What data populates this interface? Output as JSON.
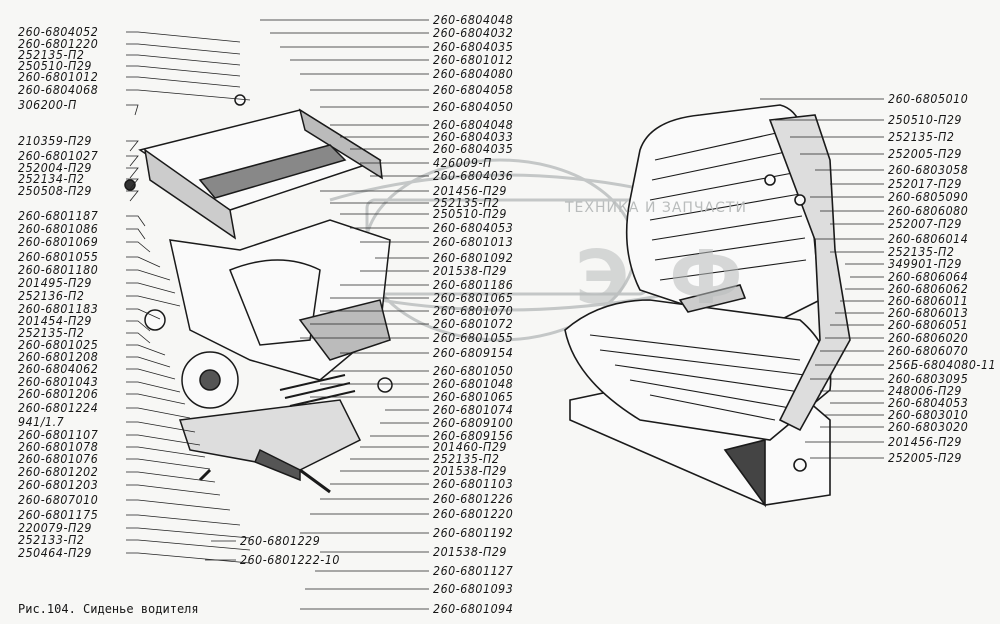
{
  "caption": "Рис.104. Сиденье водителя",
  "watermark": {
    "text": "ТЕХНИКА И ЗАПЧАСТИ",
    "logo": "ЭФ",
    "color": "#b9bcbc"
  },
  "left_labels": [
    "260-6804052",
    "260-6801220",
    "252135-П2",
    "250510-П29",
    "260-6801012",
    "260-6804068",
    "306200-П",
    "210359-П29",
    "260-6801027",
    "252004-П29",
    "252134-П2",
    "250508-П29",
    "260-6801187",
    "260-6801086",
    "260-6801069",
    "260-6801055",
    "260-6801180",
    "201495-П29",
    "252136-П2",
    "260-6801183",
    "201454-П29",
    "252135-П2",
    "260-6801025",
    "260-6801208",
    "260-6804062",
    "260-6801043",
    "260-6801206",
    "260-6801224",
    "941/1.7",
    "260-6801107",
    "260-6801078",
    "260-6801076",
    "260-6801202",
    "260-6801203",
    "260-6807010",
    "260-6801175",
    "220079-П29",
    "252133-П2",
    "250464-П29"
  ],
  "middle_labels": [
    "260-6804048",
    "260-6804032",
    "260-6804035",
    "260-6801012",
    "260-6804080",
    "260-6804058",
    "260-6804050",
    "260-6804048",
    "260-6804033",
    "260-6804035",
    "426009-П",
    "260-6804036",
    "201456-П29",
    "252135-П2",
    "250510-П29",
    "260-6804053",
    "260-6801013",
    "260-6801092",
    "201538-П29",
    "260-6801186",
    "260-6801065",
    "260-6801070",
    "260-6801072",
    "260-6801055",
    "260-6809154",
    "260-6801050",
    "260-6801048",
    "260-6801065",
    "260-6801074",
    "260-6809100",
    "260-6809156",
    "201460-П29",
    "252135-П2",
    "201538-П29",
    "260-6801103",
    "260-6801226",
    "260-6801220",
    "260-6801192",
    "201538-П29",
    "260-6801127",
    "260-6801093",
    "260-6801094"
  ],
  "bottom_labels": [
    "260-6801229",
    "260-6801222-10"
  ],
  "right_labels": [
    "260-6805010",
    "250510-П29",
    "252135-П2",
    "252005-П29",
    "260-6803058",
    "252017-П29",
    "260-6805090",
    "260-6806080",
    "252007-П29",
    "260-6806014",
    "252135-П2",
    "349901-П29",
    "260-6806064",
    "260-6806062",
    "260-6806011",
    "260-6806013",
    "260-6806051",
    "260-6806020",
    "260-6806070",
    "256Б-6804080-11",
    "260-6803095",
    "248006-П29",
    "260-6804053",
    "260-6803010",
    "260-6803020",
    "201456-П29",
    "252005-П29"
  ]
}
